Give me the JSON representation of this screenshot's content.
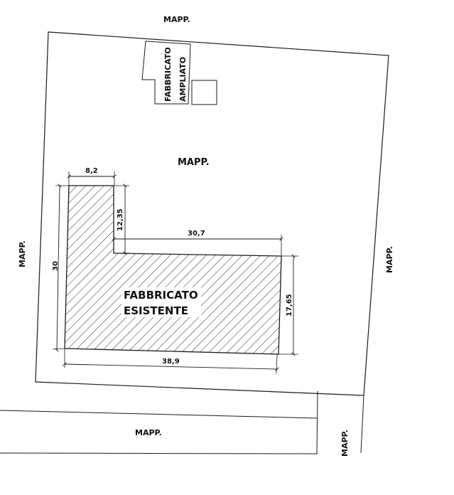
{
  "parcel_labels": {
    "top": "MAPP.",
    "center": "MAPP.",
    "left": "MAPP.",
    "right": "MAPP.",
    "bottom": "MAPP.",
    "bottom_right": "MAPP."
  },
  "buildings": {
    "existing": {
      "line1": "FABBRICATO",
      "line2": "ESISTENTE"
    },
    "extended": {
      "line1": "FABBRICATO",
      "line2": "AMPLIATO"
    }
  },
  "dimensions": {
    "top_width": "8,2",
    "notch_height": "12,35",
    "right_top_width": "30,7",
    "right_height": "17,65",
    "total_height": "30",
    "total_width": "38,9"
  },
  "colors": {
    "line": "#1a1a1a",
    "hatch": "#2a2a2a",
    "background": "#ffffff"
  }
}
